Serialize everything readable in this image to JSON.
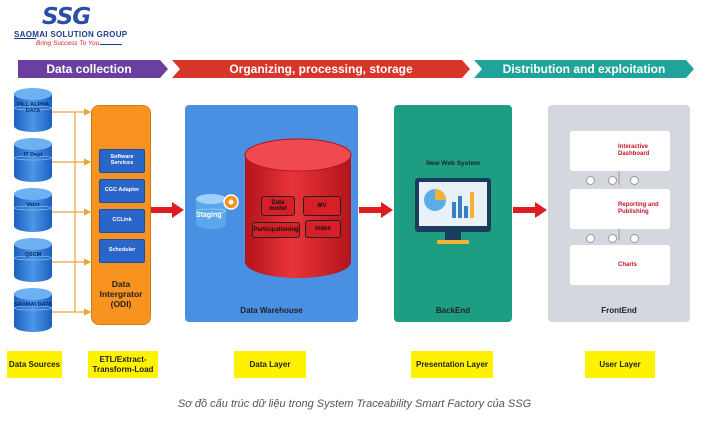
{
  "logo": {
    "mark": "SSG",
    "company": "SAOMAI SOLUTION GROUP",
    "tagline": "Bring Success To You"
  },
  "stages": [
    {
      "label": "Data collection",
      "color": "#6a3fa0"
    },
    {
      "label": "Organizing, processing, storage",
      "color": "#d9362b"
    },
    {
      "label": "Distribution and exploitation",
      "color": "#1fa39a"
    }
  ],
  "data_sources": [
    "PILL ALPHA DATA",
    "IT Dept",
    "Valor",
    "QSCM",
    "SAOMAI DATA"
  ],
  "etl": {
    "boxes": [
      "Software Services",
      "CGC Adapter",
      "CCLink",
      "Scheduler"
    ],
    "title_line1": "Data",
    "title_line2": "Intergrator",
    "title_line3": "(ODI)"
  },
  "data_warehouse": {
    "staging": "Staging",
    "boxes": [
      "Data model",
      "MV",
      "Participationing",
      "Index"
    ],
    "title": "Data Warehouse"
  },
  "backend": {
    "system": "New Web System",
    "title": "BackEnd"
  },
  "frontend": {
    "items": [
      "Interactive Dashboard",
      "Reporting and Publishing",
      "Charts"
    ],
    "title": "FrontEnd"
  },
  "layers": [
    "Data Sources",
    "ETL/Extract-Transform-Load",
    "Data Layer",
    "Presentation Layer",
    "User Layer"
  ],
  "caption": "Sơ đồ cấu trúc dữ liệu trong System Traceability Smart Factory của SSG",
  "colors": {
    "db_blue": "#2f7ad6",
    "etl_orange": "#f7931e",
    "dw_panel": "#4a90e2",
    "dw_red": "#d61f26",
    "backend_teal": "#1d9e83",
    "frontend_gray": "#d4d8de",
    "layer_yellow": "#fff200",
    "arrow_red": "#e01b22"
  }
}
